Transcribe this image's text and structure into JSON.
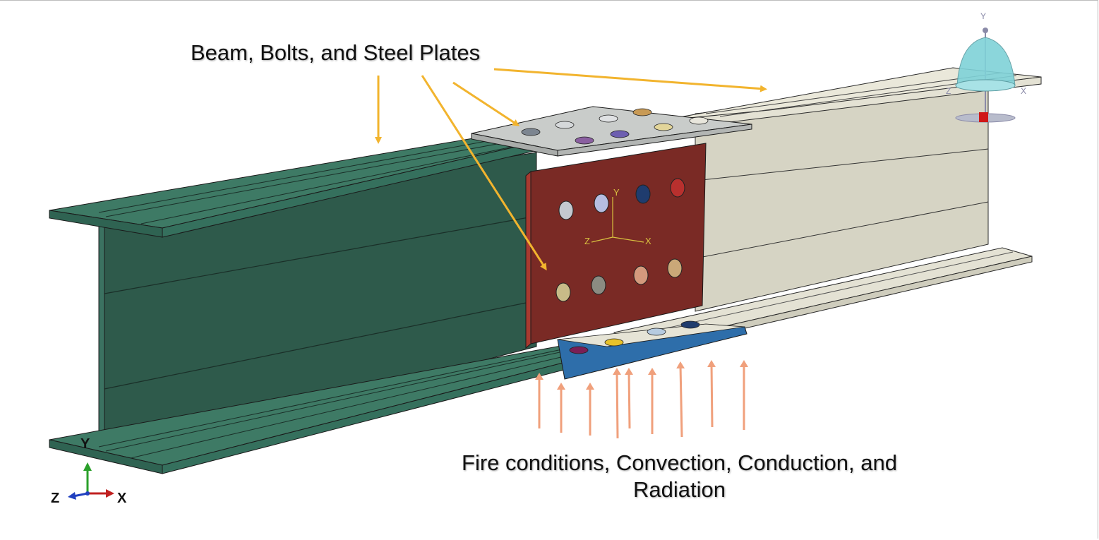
{
  "annotations": {
    "top_label": "Beam, Bolts, and Steel Plates",
    "bottom_label": "Fire conditions, Convection, Conduction, and Radiation"
  },
  "triad_bottom_left": {
    "x": "X",
    "y": "Y",
    "z": "Z"
  },
  "triad_plate": {
    "x": "X",
    "y": "Y",
    "z": "Z"
  },
  "view_cube": {
    "x": "X",
    "y": "Y",
    "z": "Z"
  },
  "colors": {
    "beam_green": "#2e5a4b",
    "beam_green_flange": "#3e7a65",
    "beam_tan": "#d8d6c6",
    "web_plate_red": "#7a2a25",
    "top_plate_grey": "#c8cbc9",
    "bottom_plate_blue": "#2e6eaa",
    "leader_arrow": "#f2b42e",
    "heat_arrow": "#f0a07c"
  }
}
